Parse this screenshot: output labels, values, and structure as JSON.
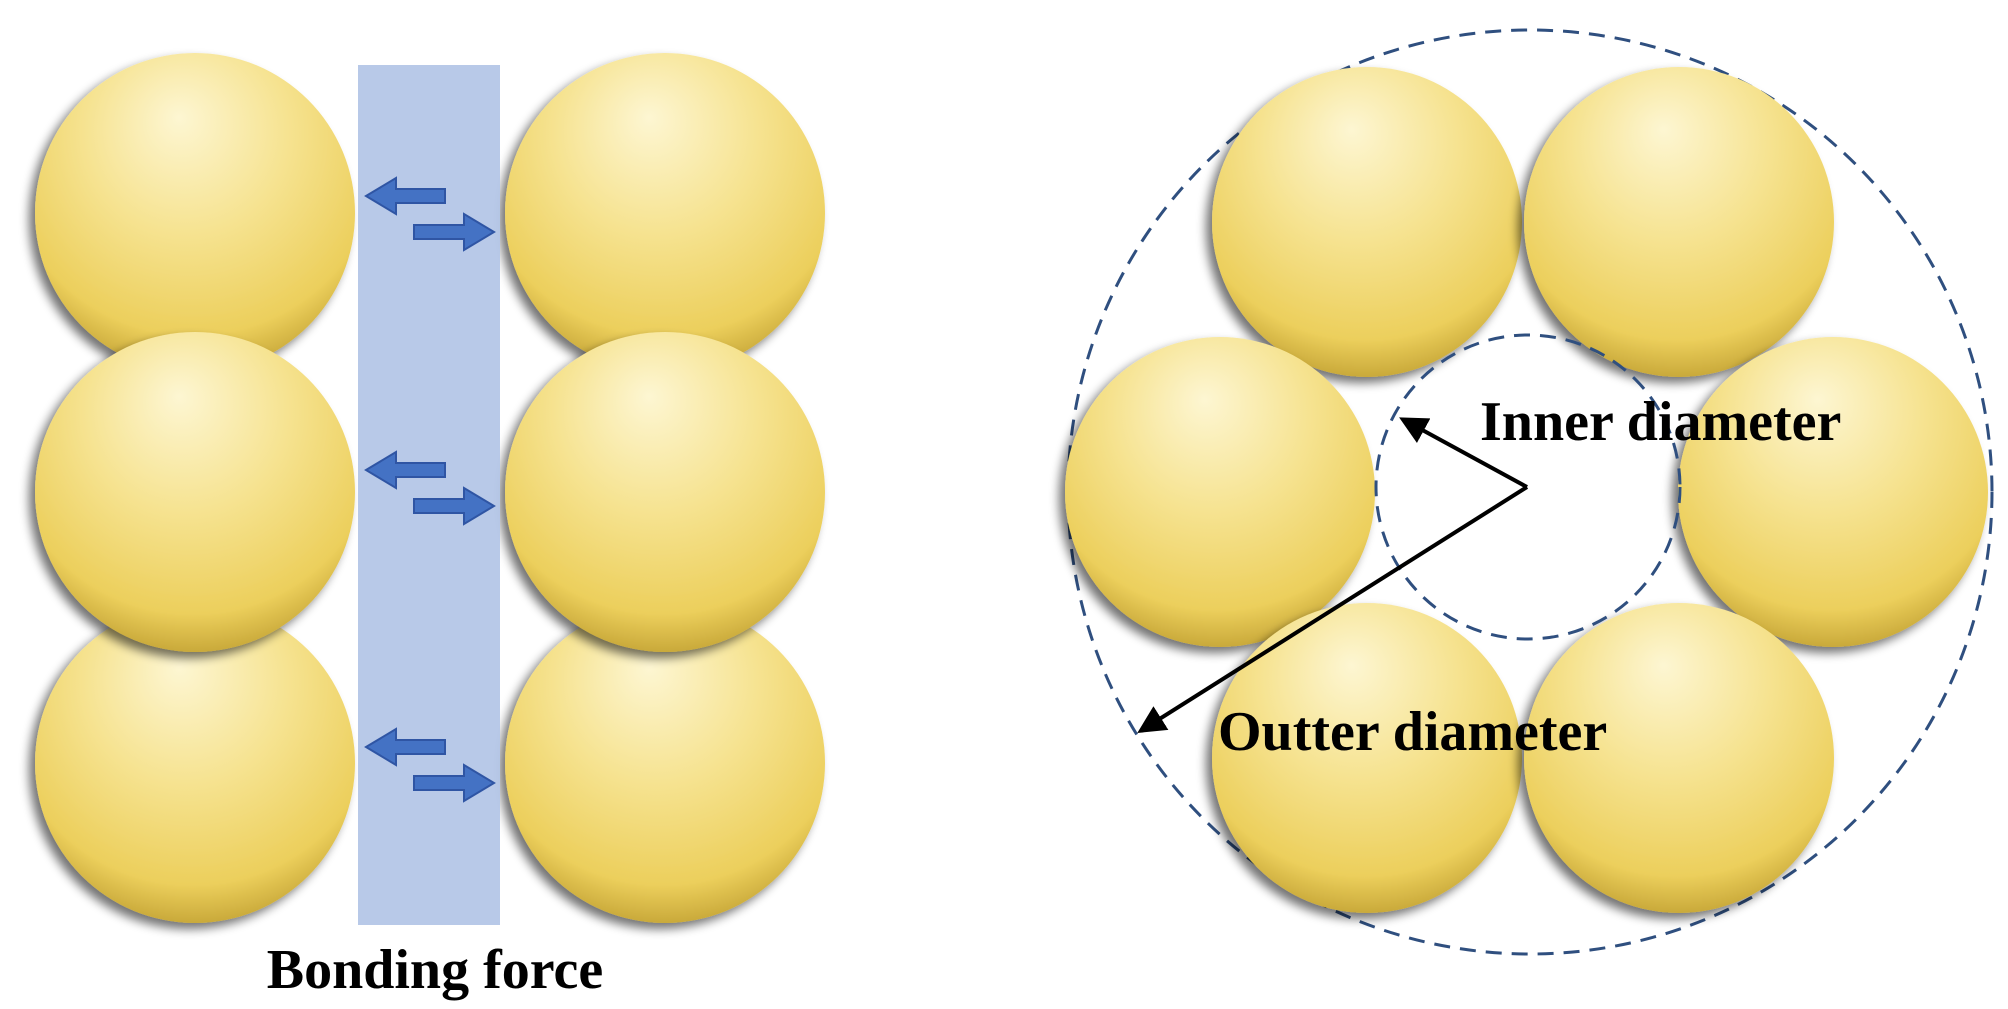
{
  "labels": {
    "bonding_force": "Bonding force",
    "inner_diameter": "Inner diameter",
    "outer_diameter": "Outter diameter"
  },
  "colors": {
    "sphere_light": "#fbefb8",
    "sphere_mid": "#f4dc82",
    "sphere_dark": "#e6c64f",
    "sphere_shadow": "#6b5a20",
    "band": "#b4c6e7",
    "arrow_fill": "#4472c4",
    "arrow_stroke": "#2f55a4",
    "dash_circle": "#2f4f7f",
    "pointer": "#000000"
  }
}
